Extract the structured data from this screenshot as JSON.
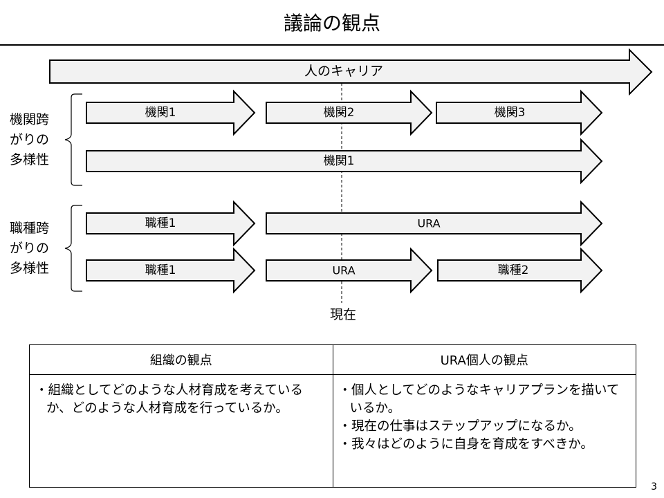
{
  "title": "議論の観点",
  "career_label": "人のキャリア",
  "groups": [
    {
      "label_lines": [
        "機関跨",
        "がりの",
        "多様性"
      ],
      "rows": [
        [
          "機関1",
          "機関2",
          "機関3"
        ],
        [
          "機関1"
        ]
      ]
    },
    {
      "label_lines": [
        "職種跨",
        "がりの",
        "多様性"
      ],
      "rows": [
        [
          "職種1",
          "URA"
        ],
        [
          "職種1",
          "URA",
          "職種2"
        ]
      ]
    }
  ],
  "now_label": "現在",
  "table": {
    "headers": [
      "組織の観点",
      "URA個人の観点"
    ],
    "org_points": [
      "・組織としてどのような人材育成を考えているか、どのような人材育成を行っているか。"
    ],
    "ura_points": [
      "・個人としてどのようなキャリアプランを描いているか。",
      "・現在の仕事はステップアップになるか。",
      "・我々はどのように自身を育成をすべきか。"
    ]
  },
  "page_number": "3"
}
